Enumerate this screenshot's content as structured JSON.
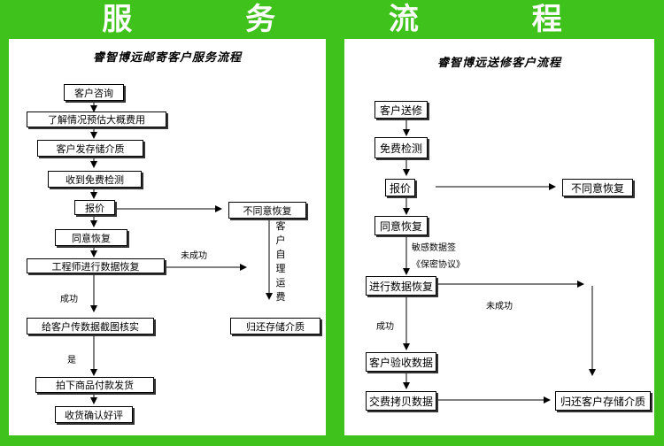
{
  "banner": {
    "title": "服 务 流 程"
  },
  "left": {
    "title": "睿智博远邮寄客户服务流程",
    "steps": [
      "客户咨询",
      "了解情况预估大概费用",
      "客户发存储介质",
      "收到免费检测",
      "报价",
      "同意恢复",
      "工程师进行数据恢复",
      "给客户传数据截图核实",
      "拍下商品付款发货",
      "收货确认好评"
    ],
    "side_boxes": [
      "不同意恢复",
      "归还存储介质"
    ],
    "labels": {
      "fail": "未成功",
      "success": "成功",
      "yes": "是",
      "ship_back": "客户自理运费"
    }
  },
  "right": {
    "title": "睿智博远送修客户流程",
    "steps": [
      "客户送修",
      "免费检测",
      "报价",
      "同意恢复",
      "进行数据恢复",
      "客户验收数据",
      "交费拷贝数据"
    ],
    "side_boxes": [
      "不同意恢复",
      "归还客户存储介质"
    ],
    "labels": {
      "sign": "敏感数据签",
      "agreement": "《保密协议》",
      "fail": "未成功",
      "success": "成功"
    }
  }
}
